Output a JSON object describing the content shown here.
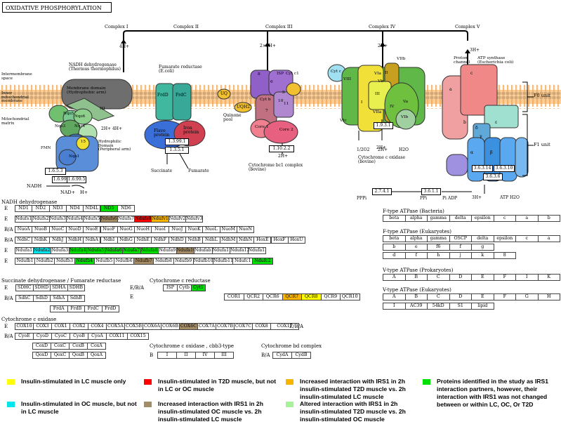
{
  "title": "OXIDATIVE PHOSPHORYLATION",
  "colors": {
    "yellow": "#ffff00",
    "red": "#ff0000",
    "orange": "#f7b500",
    "green": "#00e000",
    "cyan": "#00e5ee",
    "brown": "#a48c66",
    "lightgreen": "#a8f09a"
  },
  "diagram": {
    "complex_labels": [
      "Complex I",
      "Complex II",
      "Complex III",
      "Complex IV",
      "Complex V"
    ],
    "membrane_labels": {
      "intermembrane": "Intermembrane\nspace",
      "inner": "Inner\nmitochondrial\nmembrane",
      "matrix": "Mitochondrial\nmatrix"
    },
    "protons": [
      "4H+",
      "2×2H+",
      "2H+",
      "3H+",
      "2H+ 4H+",
      "2H+",
      "2H+",
      "3H+"
    ],
    "complex1": {
      "name": "NADH dehydrogenase\n(Thermus thermophilus)",
      "membrane_domain": "Membrane domain\n(Hydrophobic arm)",
      "hydrophilic": "Hydrophilic\nDomain\n(Peripheral arm)",
      "subunits": [
        "Nqo5",
        "Nqo6",
        "Nqo4",
        "Nqo3",
        "Nqo1",
        "15",
        "H1",
        "FMN"
      ],
      "ec": [
        "1.6.5.3",
        "1.6.99.3",
        "1.6.99.5"
      ],
      "nadh": "NADH",
      "nad": "NAD+",
      "h": "H+"
    },
    "complex2": {
      "name": "Fumarate reductase\n(E.coli)",
      "subunits": [
        "FrdD",
        "FrdC",
        "Flavo\nprotein",
        "Iron\nprotein"
      ],
      "ec": [
        "1.3.99.1",
        "1.3.5.1"
      ],
      "succinate": "Succinate",
      "fumarate": "Fumarate",
      "quinone": "Quinone\npool",
      "uq": "UQ",
      "uqh2": "UQH2"
    },
    "complex3": {
      "name": "Cytochrome bc1 complex\n(bovine)",
      "subunits": [
        "ISP",
        "Cyt c1",
        "Cyt b",
        "Core 1",
        "Core 2",
        "8",
        "9",
        "10",
        "11",
        "6",
        "7"
      ],
      "ec": "1.10.2.2"
    },
    "complex4": {
      "name": "Cytochrome c oxidase\n(bovine)",
      "subunits": [
        "Cyt c",
        "VIIb",
        "VIa",
        "Vb",
        "II",
        "I",
        "III",
        "VIIa",
        "VIII",
        "VIc",
        "VIb",
        "Va",
        "IV"
      ],
      "ec": "1.9.3.1",
      "products": [
        "1/2O2",
        "2H+",
        "H2O"
      ]
    },
    "complex5": {
      "name": "ATP synthase\n(Escherichia coli)",
      "proton_channel": "Proton\nchannel",
      "f0": "F0 unit",
      "f1": "F1 unit",
      "subunits": [
        "a",
        "b",
        "c",
        "δ",
        "α",
        "β",
        "γ",
        "ε"
      ],
      "ec": [
        "3.6.3.14",
        "3.6.3.10",
        "3.6.3.6",
        "3.6.1.1",
        "2.7.4.1"
      ],
      "ppi": "PPi",
      "pppi": "PPPi",
      "piadp": "Pi ADP",
      "atph2o": "ATP H2O",
      "h3": "3H+"
    }
  },
  "gene_tables": {
    "nadh": {
      "title": "NADH dehydrogenase",
      "rows": [
        {
          "label": "E",
          "cells": [
            [
              "ND1",
              ""
            ],
            [
              "ND2",
              ""
            ],
            [
              "ND3",
              ""
            ],
            [
              "ND4",
              ""
            ],
            [
              "ND4L",
              ""
            ],
            [
              "ND5",
              "green"
            ],
            [
              "ND6",
              ""
            ]
          ]
        },
        {
          "label": "E",
          "cells": [
            [
              "Ndufs1",
              ""
            ],
            [
              "Ndufs2",
              ""
            ],
            [
              "Ndufs3",
              ""
            ],
            [
              "Ndufs4",
              ""
            ],
            [
              "Ndufs5",
              ""
            ],
            [
              "Ndufs6",
              "brown"
            ],
            [
              "Ndufs7",
              ""
            ],
            [
              "Ndufs8",
              "red"
            ],
            [
              "Ndufv1",
              "orange"
            ],
            [
              "Ndufv2",
              ""
            ],
            [
              "Ndufv3",
              ""
            ]
          ]
        },
        {
          "label": "B/A",
          "cells": [
            [
              "NuoA",
              ""
            ],
            [
              "NuoB",
              ""
            ],
            [
              "NuoC",
              ""
            ],
            [
              "NuoD",
              ""
            ],
            [
              "NuoE",
              ""
            ],
            [
              "NuoF",
              ""
            ],
            [
              "NuoG",
              ""
            ],
            [
              "NuoH",
              ""
            ],
            [
              "NuoI",
              ""
            ],
            [
              "NuoJ",
              ""
            ],
            [
              "NuoK",
              ""
            ],
            [
              "NuoL",
              ""
            ],
            [
              "NuoM",
              ""
            ],
            [
              "NuoN",
              ""
            ]
          ]
        },
        {
          "label": "B/A",
          "cells": [
            [
              "NdhC",
              ""
            ],
            [
              "NdhK",
              ""
            ],
            [
              "NdhJ",
              ""
            ],
            [
              "NdhH",
              ""
            ],
            [
              "NdhA",
              ""
            ],
            [
              "NdhI",
              ""
            ],
            [
              "NdhG",
              ""
            ],
            [
              "NdhE",
              ""
            ],
            [
              "NdhF",
              ""
            ],
            [
              "NdhD",
              ""
            ],
            [
              "NdhB",
              ""
            ],
            [
              "NdhL",
              ""
            ],
            [
              "NdhM",
              ""
            ],
            [
              "NdhN",
              ""
            ],
            [
              "HoxE",
              ""
            ],
            [
              "HoxF",
              ""
            ],
            [
              "HoxU",
              ""
            ]
          ]
        },
        {
          "label": "E",
          "cells": [
            [
              "Ndufa1",
              ""
            ],
            [
              "Ndufa2",
              "cyan"
            ],
            [
              "Ndufa3",
              ""
            ],
            [
              "Ndufa4",
              "green"
            ],
            [
              "Ndufa5",
              "green"
            ],
            [
              "Ndufa6",
              "green"
            ],
            [
              "Ndufa7",
              "green"
            ],
            [
              "Ndufa8",
              "green"
            ],
            [
              "Ndufa9",
              ""
            ],
            [
              "Ndufa10",
              "brown"
            ],
            [
              "Ndufab1",
              ""
            ],
            [
              "Ndufa11",
              ""
            ],
            [
              "Ndufa12",
              ""
            ],
            [
              "Ndufa13",
              ""
            ]
          ]
        },
        {
          "label": "E",
          "cells": [
            [
              "Ndufb1",
              ""
            ],
            [
              "Ndufb2",
              ""
            ],
            [
              "Ndufb3",
              ""
            ],
            [
              "Ndufb4",
              "green"
            ],
            [
              "Ndufb5",
              ""
            ],
            [
              "Ndufb6",
              ""
            ],
            [
              "Ndufb7",
              "brown"
            ],
            [
              "Ndufb8",
              ""
            ],
            [
              "Ndufb9",
              ""
            ],
            [
              "Ndufb10",
              ""
            ],
            [
              "Ndufb11",
              ""
            ],
            [
              "Ndufc1",
              ""
            ],
            [
              "Ndufc2",
              "green"
            ]
          ]
        }
      ]
    },
    "succinate": {
      "title": "Succinate dehydrogenase / Fumarate reductase",
      "rows": [
        {
          "label": "E",
          "cells": [
            [
              "SDHC",
              ""
            ],
            [
              "SDHD",
              ""
            ],
            [
              "SDHA",
              ""
            ],
            [
              "SDHB",
              ""
            ]
          ]
        },
        {
          "label": "B/A",
          "cells": [
            [
              "SdhC",
              ""
            ],
            [
              "SdhD",
              ""
            ],
            [
              "SdhA",
              ""
            ],
            [
              "SdhB",
              ""
            ]
          ]
        },
        {
          "label": "",
          "cells": [
            [
              "FrdA",
              ""
            ],
            [
              "FrdB",
              ""
            ],
            [
              "FrdC",
              ""
            ],
            [
              "FrdD",
              ""
            ]
          ]
        }
      ]
    },
    "cytc_reductase": {
      "title": "Cytochrome c reductase",
      "rows": [
        {
          "label": "E/B/A",
          "cells": [
            [
              "ISP",
              ""
            ],
            [
              "Cytb",
              ""
            ],
            [
              "Cyt1",
              "green"
            ]
          ]
        },
        {
          "label": "E",
          "cells": [
            [
              "COR1",
              ""
            ],
            [
              "QCR2",
              ""
            ],
            [
              "QCR6",
              ""
            ],
            [
              "QCR7",
              "orange"
            ],
            [
              "QCR8",
              "yellow"
            ],
            [
              "QCR9",
              ""
            ],
            [
              "QCR10",
              ""
            ]
          ]
        }
      ]
    },
    "cytc_oxidase": {
      "title": "Cytochrome c oxidase",
      "label_eba": "E/B/A",
      "rows": [
        {
          "label": "E",
          "cells": [
            [
              "COX10",
              ""
            ],
            [
              "COX3",
              ""
            ],
            [
              "COX1",
              ""
            ],
            [
              "COX2",
              ""
            ],
            [
              "COX4",
              ""
            ],
            [
              "COX5A",
              ""
            ],
            [
              "COX5B",
              ""
            ],
            [
              "COX6A",
              ""
            ],
            [
              "COX6B",
              ""
            ],
            [
              "COX6C",
              "brown"
            ],
            [
              "COX7A",
              ""
            ],
            [
              "COX7B",
              ""
            ],
            [
              "COX7C",
              ""
            ],
            [
              "COX8",
              ""
            ],
            [
              "COX17",
              ""
            ]
          ]
        },
        {
          "label": "B/A",
          "cells": [
            [
              "CyoE",
              ""
            ],
            [
              "CyoD",
              ""
            ],
            [
              "CyoC",
              ""
            ],
            [
              "CyoB",
              ""
            ],
            [
              "CyoA",
              ""
            ],
            [
              "COX11",
              ""
            ],
            [
              "COX15",
              ""
            ]
          ]
        },
        {
          "label": "",
          "cells": [
            [
              "CoxD",
              ""
            ],
            [
              "CoxC",
              ""
            ],
            [
              "CoxB",
              ""
            ],
            [
              "CoxA",
              ""
            ]
          ]
        },
        {
          "label": "",
          "cells": [
            [
              "QoxD",
              ""
            ],
            [
              "QoxC",
              ""
            ],
            [
              "QoxB",
              ""
            ],
            [
              "QoxA",
              ""
            ]
          ]
        }
      ]
    },
    "cbb3": {
      "title": "Cytochrome c oxidase , cbb3-type",
      "rows": [
        {
          "label": "B",
          "cells": [
            [
              "I",
              ""
            ],
            [
              "II",
              ""
            ],
            [
              "IV",
              ""
            ],
            [
              "III",
              ""
            ]
          ]
        }
      ]
    },
    "bd": {
      "title": "Cytochrome bd complex",
      "rows": [
        {
          "label": "B/A",
          "cells": [
            [
              "CydA",
              ""
            ],
            [
              "CydB",
              ""
            ]
          ]
        }
      ]
    },
    "f_bact": {
      "title": "F-type ATPase (Bacteria)",
      "rows": [
        {
          "label": "",
          "cells": [
            [
              "beta",
              ""
            ],
            [
              "alpha",
              ""
            ],
            [
              "gamma",
              ""
            ],
            [
              "delta",
              ""
            ],
            [
              "epsilon",
              ""
            ],
            [
              "c",
              ""
            ],
            [
              "a",
              ""
            ],
            [
              "b",
              ""
            ]
          ]
        }
      ]
    },
    "f_euk": {
      "title": "F-type ATPase (Eukaryotes)",
      "rows": [
        {
          "label": "",
          "cells": [
            [
              "beta",
              ""
            ],
            [
              "alpha",
              ""
            ],
            [
              "gamma",
              ""
            ],
            [
              "OSCP",
              ""
            ],
            [
              "delta",
              ""
            ],
            [
              "epsilon",
              ""
            ],
            [
              "c",
              ""
            ],
            [
              "a",
              ""
            ]
          ]
        },
        {
          "label": "",
          "cells": [
            [
              "b",
              ""
            ],
            [
              "e",
              ""
            ],
            [
              "f6",
              ""
            ],
            [
              "f",
              ""
            ],
            [
              "g",
              ""
            ]
          ]
        },
        {
          "label": "",
          "cells": [
            [
              "d",
              ""
            ],
            [
              "f",
              ""
            ],
            [
              "h",
              ""
            ],
            [
              "j",
              ""
            ],
            [
              "k",
              ""
            ],
            [
              "8",
              ""
            ]
          ]
        }
      ]
    },
    "v_prok": {
      "title": "V-type ATPase (Prokaryotes)",
      "rows": [
        {
          "label": "",
          "cells": [
            [
              "A",
              ""
            ],
            [
              "B",
              ""
            ],
            [
              "C",
              ""
            ],
            [
              "D",
              ""
            ],
            [
              "E",
              ""
            ],
            [
              "F",
              ""
            ],
            [
              "I",
              ""
            ],
            [
              "K",
              ""
            ]
          ]
        }
      ]
    },
    "v_euk": {
      "title": "V-type ATPase (Eukaryotes)",
      "rows": [
        {
          "label": "",
          "cells": [
            [
              "A",
              ""
            ],
            [
              "B",
              ""
            ],
            [
              "C",
              ""
            ],
            [
              "D",
              ""
            ],
            [
              "E",
              ""
            ],
            [
              "F",
              ""
            ],
            [
              "G",
              ""
            ],
            [
              "H",
              ""
            ]
          ]
        },
        {
          "label": "",
          "cells": [
            [
              "I",
              ""
            ],
            [
              "AC39",
              ""
            ],
            [
              "54kD",
              ""
            ],
            [
              "S1",
              ""
            ],
            [
              "lipid",
              ""
            ]
          ]
        }
      ]
    }
  },
  "legend": [
    {
      "color": "yellow",
      "text": "Insulin-stimulated in LC muscle only"
    },
    {
      "color": "red",
      "text": "Insulin-stimulated in T2D muscle, but not in LC or OC muscle"
    },
    {
      "color": "orange",
      "text": "Increased interaction with IRS1 in 2h insulin-stimulated T2D muscle vs. 2h insulin-stimulated LC muscle"
    },
    {
      "color": "green",
      "text": "Proteins identified in the study as IRS1 interaction partners, however, their interaction with IRS1 was not changed between or within LC, OC, Or T2D"
    },
    {
      "color": "cyan",
      "text": "Insulin-stimulated in OC muscle, but not in LC muscle"
    },
    {
      "color": "brown",
      "text": "Increased interaction with IRS1 in 2h insulin-stimulated OC muscle vs. 2h insulin-stimulated LC muscle"
    },
    {
      "color": "lightgreen",
      "text": "Altered interaction with IRS1 in 2h insulin-stimulated T2D muscle vs. 2h insulin-stimulated OC muscle"
    }
  ]
}
